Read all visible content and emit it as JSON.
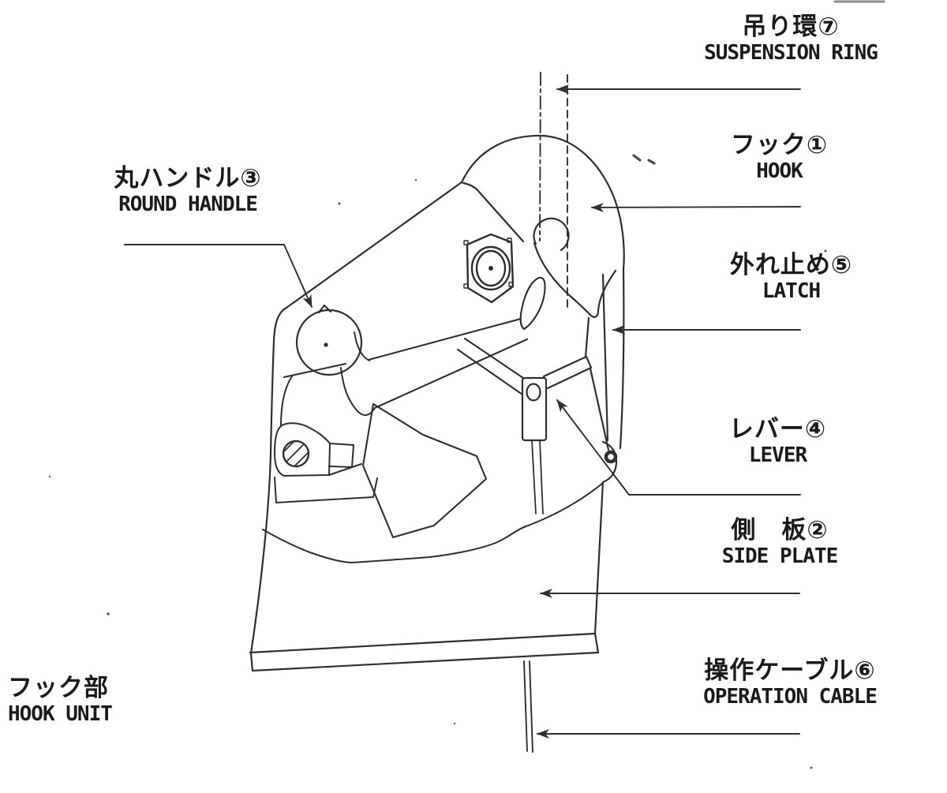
{
  "figure": {
    "type": "technical-parts-diagram",
    "subject_jp": "フック部",
    "subject_en": "HOOK UNIT"
  },
  "labels": [
    {
      "id": "suspension-ring",
      "number": "7",
      "jp": "吊り環⑦",
      "en": "SUSPENSION RING"
    },
    {
      "id": "hook",
      "number": "1",
      "jp": "フック①",
      "en": "HOOK"
    },
    {
      "id": "latch",
      "number": "5",
      "jp": "外れ止め⑤",
      "en": "LATCH"
    },
    {
      "id": "lever",
      "number": "4",
      "jp": "レバー④",
      "en": "LEVER"
    },
    {
      "id": "side-plate",
      "number": "2",
      "jp": "側　板②",
      "en": "SIDE PLATE"
    },
    {
      "id": "operation-cable",
      "number": "6",
      "jp": "操作ケーブル⑥",
      "en": "OPERATION CABLE"
    },
    {
      "id": "round-handle",
      "number": "3",
      "jp": "丸ハンドル③",
      "en": "ROUND HANDLE"
    }
  ],
  "unit_caption": {
    "jp": "フック部",
    "en": "HOOK UNIT"
  },
  "colors": {
    "ink": "#2e2e2e",
    "paper": "#ffffff",
    "text": "#1a1a1a"
  }
}
